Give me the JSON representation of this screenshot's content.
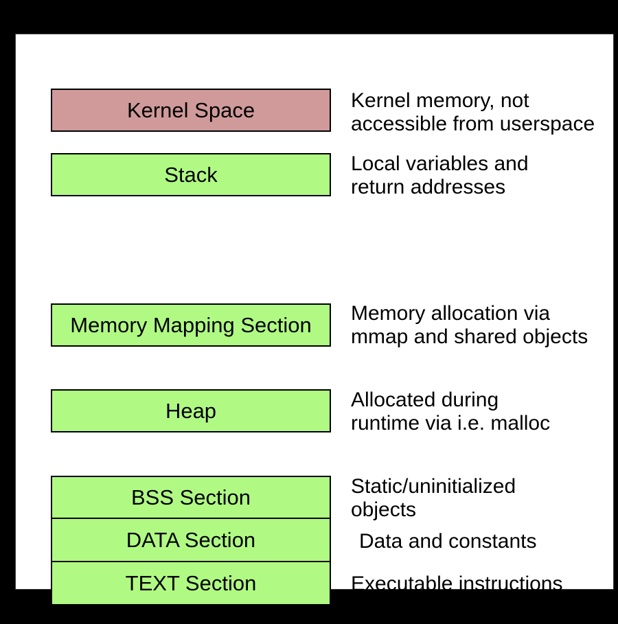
{
  "diagram": {
    "kind": "process-memory-layout",
    "colors": {
      "canvas_bg": "#000000",
      "panel_bg": "#ffffff",
      "border": "#000000",
      "kernel_fill": "#d09a9a",
      "section_fill": "#b0fa84"
    },
    "sections": [
      {
        "label": "Kernel Space",
        "desc_line1": "Kernel memory, not",
        "desc_line2": "accessible from userspace"
      },
      {
        "label": "Stack",
        "desc_line1": "Local variables and",
        "desc_line2": "return addresses"
      },
      {
        "label": "Memory Mapping Section",
        "desc_line1": "Memory allocation via",
        "desc_line2": "mmap and shared objects"
      },
      {
        "label": "Heap",
        "desc_line1": "Allocated during",
        "desc_line2": "runtime via i.e. malloc"
      },
      {
        "label": "BSS Section",
        "desc_line1": "Static/uninitialized",
        "desc_line2": "objects"
      },
      {
        "label": "DATA Section",
        "desc_line1": "Data and constants",
        "desc_line2": ""
      },
      {
        "label": "TEXT Section",
        "desc_line1": "Executable instructions",
        "desc_line2": ""
      }
    ]
  }
}
